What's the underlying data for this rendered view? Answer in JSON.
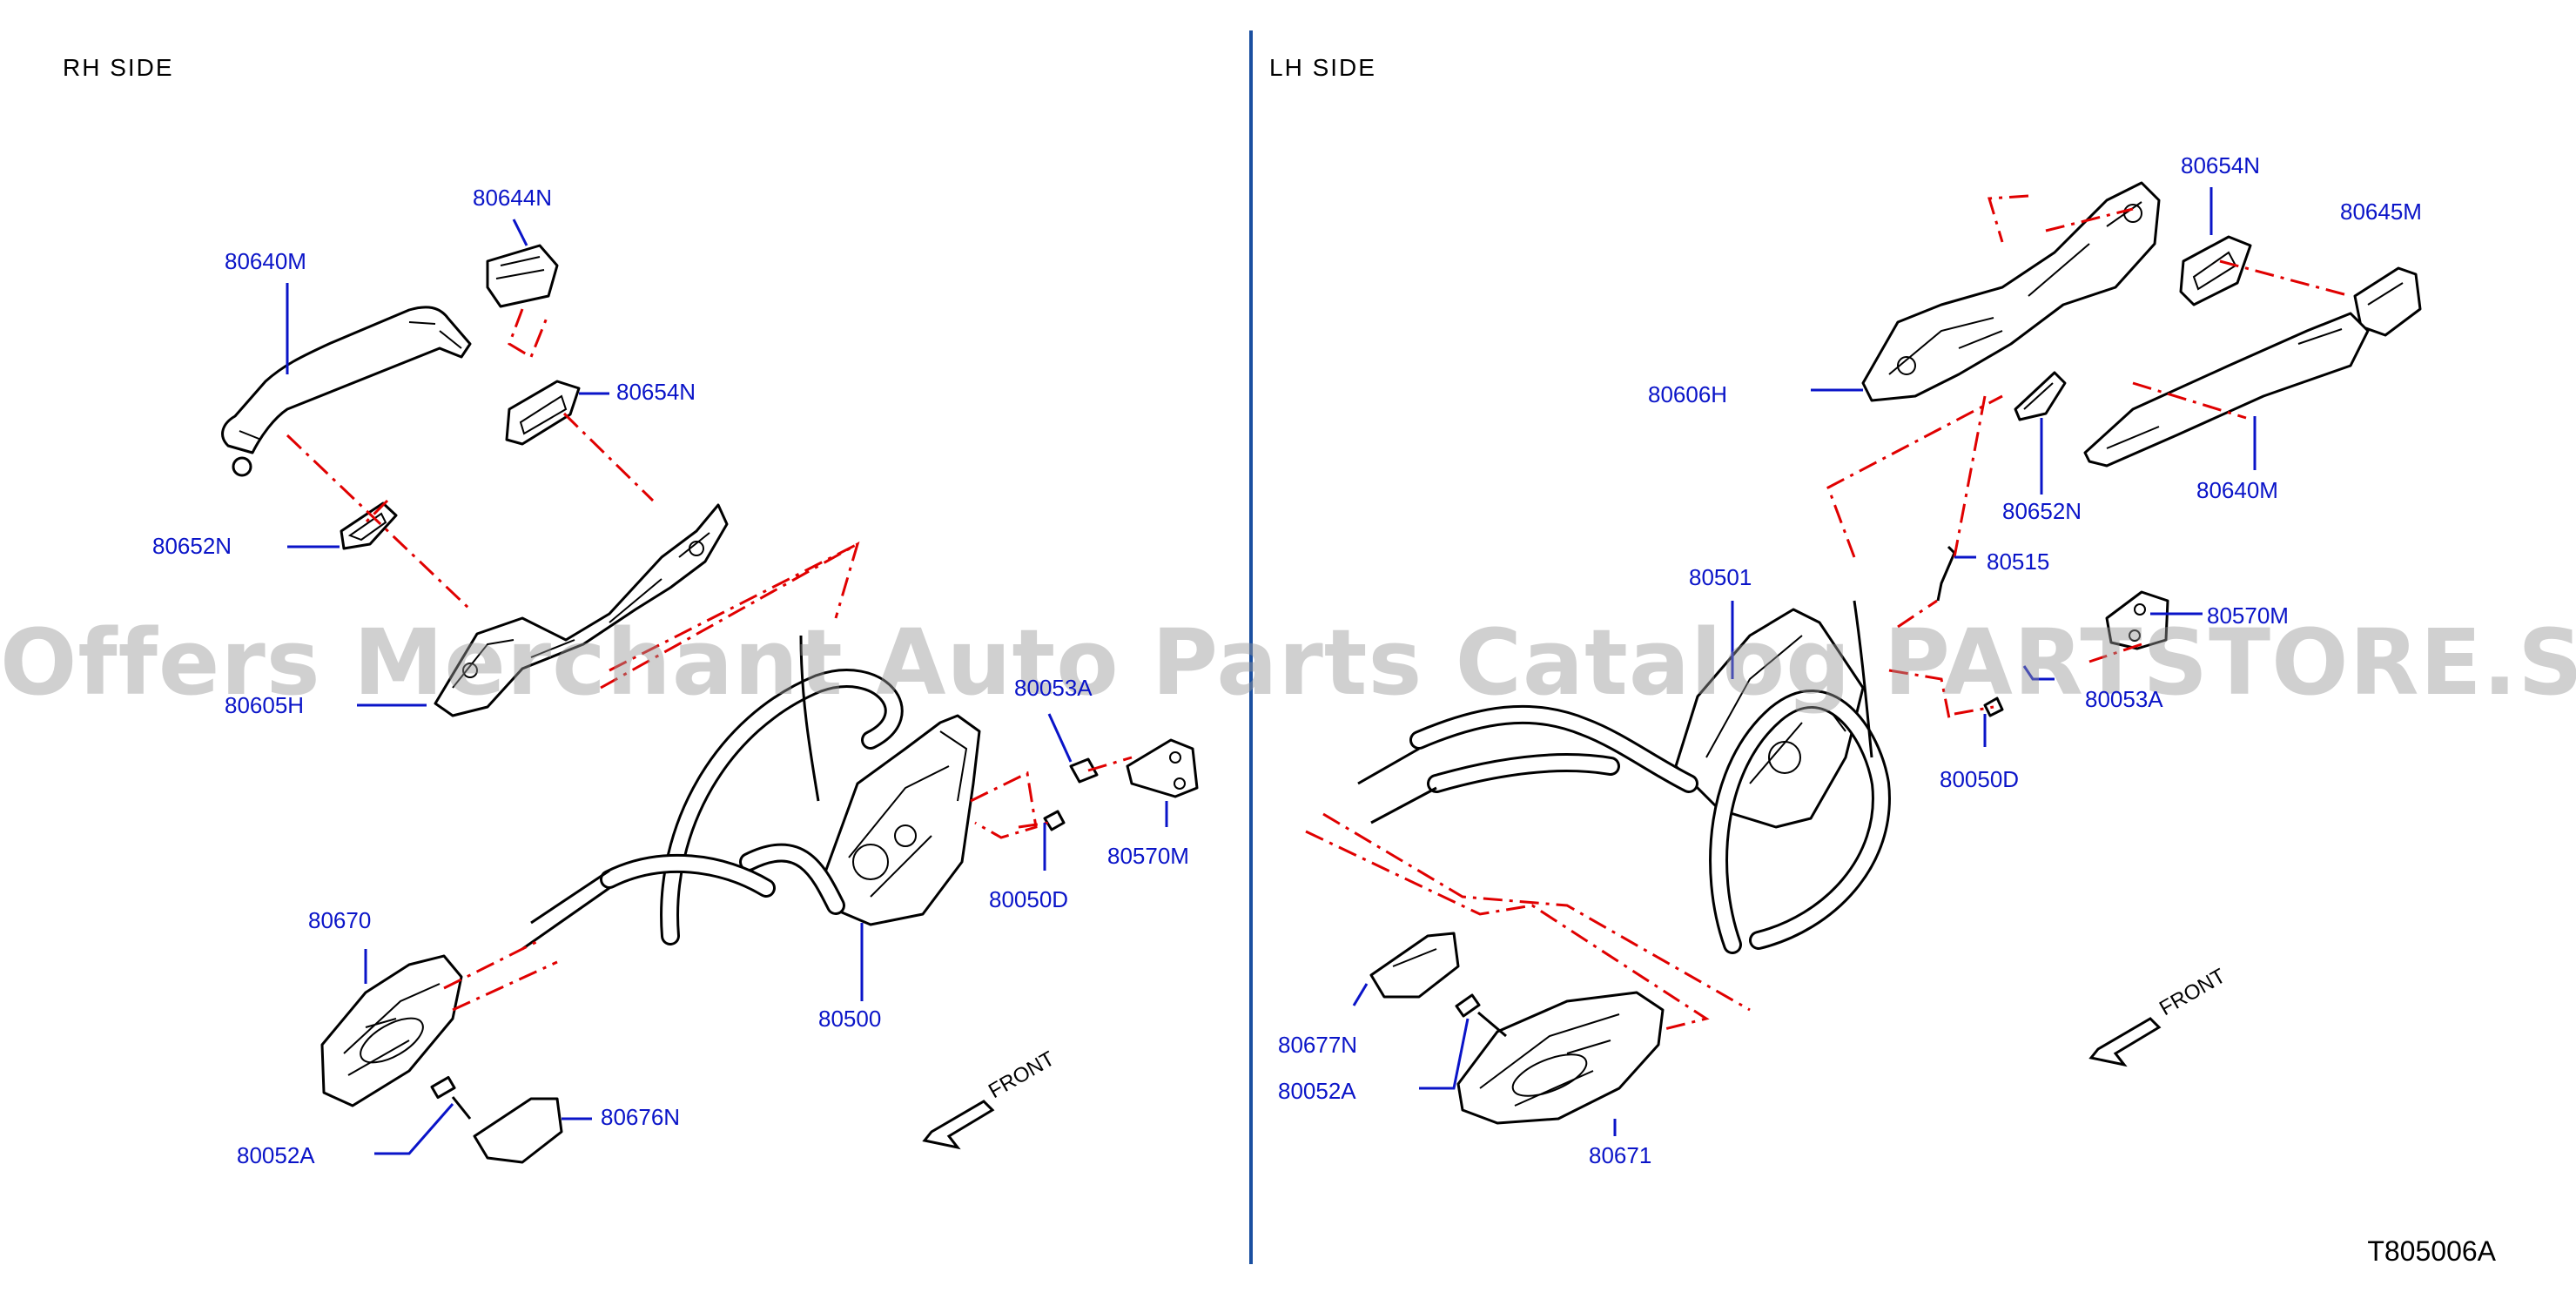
{
  "sides": {
    "rh": "RH   SIDE",
    "lh": "LH   SIDE"
  },
  "diagram_code": "T805006A",
  "front_label": "FRONT",
  "watermark": "Offers Merchant Auto Parts Catalog PARTSTORE.SA",
  "rh_parts": {
    "p80644N": "80644N",
    "p80640M": "80640M",
    "p80654N": "80654N",
    "p80652N": "80652N",
    "p80605H": "80605H",
    "p80053A": "80053A",
    "p80570M": "80570M",
    "p80050D": "80050D",
    "p80670": "80670",
    "p80500": "80500",
    "p80052A": "80052A",
    "p80676N": "80676N"
  },
  "lh_parts": {
    "p80654N": "80654N",
    "p80645M": "80645M",
    "p80606H": "80606H",
    "p80652N": "80652N",
    "p80640M": "80640M",
    "p80501": "80501",
    "p80515": "80515",
    "p80570M": "80570M",
    "p80053A": "80053A",
    "p80050D": "80050D",
    "p80677N": "80677N",
    "p80052A": "80052A",
    "p80671": "80671"
  },
  "colors": {
    "label_blue": "#0a14c8",
    "divider_blue": "#1a4fa0",
    "dash_red": "#e00000",
    "line_black": "#000000"
  }
}
